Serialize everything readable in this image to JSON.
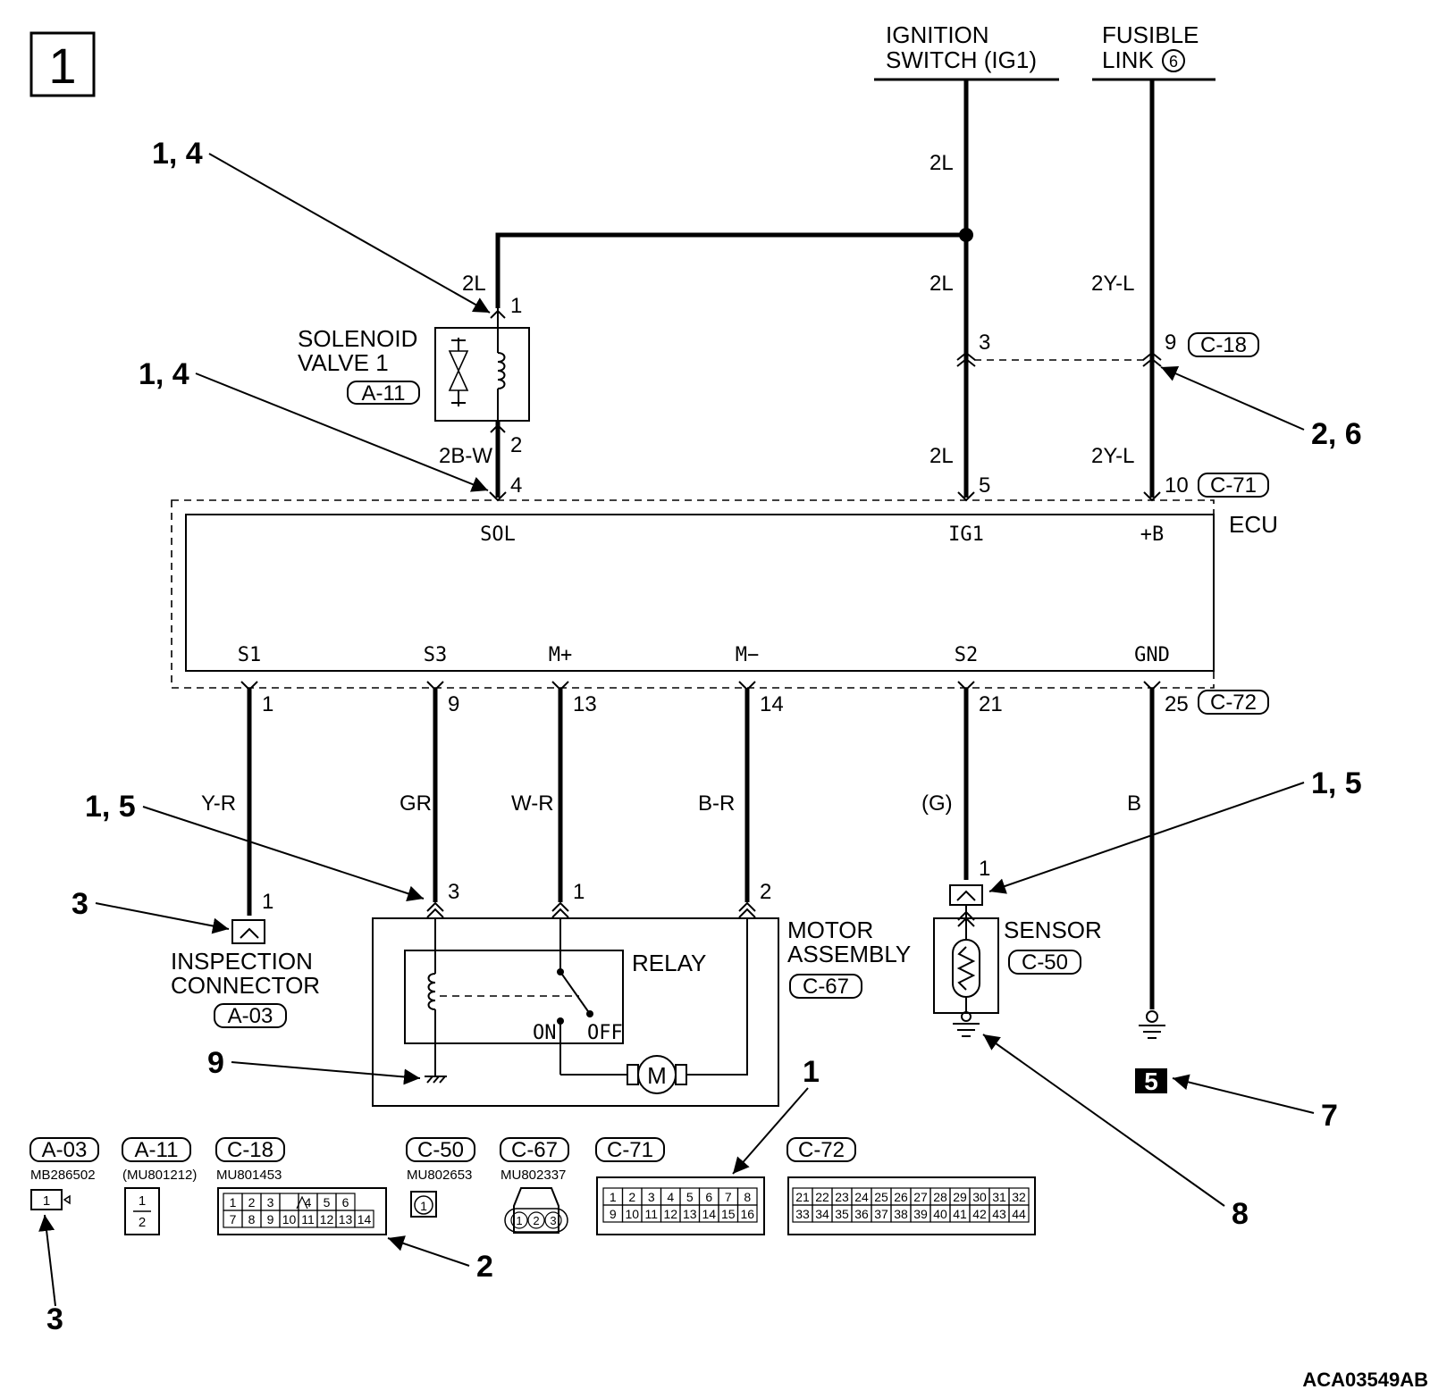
{
  "diagram_number": "1",
  "figure_code": "ACA03549AB",
  "sources": {
    "ignition_line1": "IGNITION",
    "ignition_line2": "SWITCH (IG1)",
    "fusible_line1": "FUSIBLE",
    "fusible_line2": "LINK",
    "fusible_number": "6"
  },
  "wire_codes": {
    "ig_top": "2L",
    "sol_in": "2L",
    "ig_mid": "2L",
    "ig_low": "2L",
    "fl_mid": "2Y-L",
    "fl_low": "2Y-L",
    "sol_out": "2B-W",
    "s1": "Y-R",
    "s3": "GR",
    "mplus": "W-R",
    "mminus": "B-R",
    "s2": "(G)",
    "gnd": "B"
  },
  "pins": {
    "sol1": "1",
    "sol2": "2",
    "ecu_sol": "4",
    "c18_ig": "3",
    "c18_fl": "9",
    "ecu_ig": "5",
    "ecu_b": "10",
    "ecu_s1": "1",
    "ecu_s3": "9",
    "ecu_mp": "13",
    "ecu_mm": "14",
    "ecu_s2": "21",
    "ecu_gnd": "25",
    "insp": "1",
    "motor_s3": "3",
    "motor_mp": "1",
    "motor_mm": "2",
    "sensor": "1"
  },
  "connectors": {
    "a11": "A-11",
    "c18": "C-18",
    "c71": "C-71",
    "c72": "C-72",
    "a03": "A-03",
    "c67": "C-67",
    "c50": "C-50"
  },
  "components": {
    "solenoid_line1": "SOLENOID",
    "solenoid_line2": "VALVE 1",
    "ecu": "ECU",
    "inspection_line1": "INSPECTION",
    "inspection_line2": "CONNECTOR",
    "motor_line1": "MOTOR",
    "motor_line2": "ASSEMBLY",
    "relay": "RELAY",
    "relay_on": "ON",
    "relay_off": "OFF",
    "motor_symbol": "M",
    "sensor": "SENSOR",
    "ground_block": "5"
  },
  "ecu_terminals": {
    "sol": "SOL",
    "ig1": "IG1",
    "b": "+B",
    "s1": "S1",
    "s3": "S3",
    "mplus": "M+",
    "mminus": "M−",
    "s2": "S2",
    "gnd": "GND"
  },
  "callouts": {
    "sol_in": "1, 4",
    "sol_out": "1, 4",
    "c18": "2, 6",
    "motor": "1, 5",
    "sensor": "1, 5",
    "insp": "3",
    "relay_gnd": "9",
    "ground": "7",
    "sensor_gnd": "8",
    "c71": "1",
    "c18_face": "2",
    "a03_face": "3"
  },
  "legend": [
    {
      "code": "A-03",
      "part": "MB286502"
    },
    {
      "code": "A-11",
      "part": "(MU801212)"
    },
    {
      "code": "C-18",
      "part": "MU801453"
    },
    {
      "code": "C-50",
      "part": "MU802653"
    },
    {
      "code": "C-67",
      "part": "MU802337"
    },
    {
      "code": "C-71",
      "part": ""
    },
    {
      "code": "C-72",
      "part": ""
    }
  ],
  "connector_faces": {
    "a03": [
      "1"
    ],
    "a11": [
      "1",
      "2"
    ],
    "c18": [
      [
        "1",
        "2",
        "3",
        "",
        "4",
        "5",
        "6"
      ],
      [
        "7",
        "8",
        "9",
        "10",
        "11",
        "12",
        "13",
        "14"
      ]
    ],
    "c50": [
      "1"
    ],
    "c67": [
      "1",
      "2",
      "3"
    ],
    "c71": [
      [
        "1",
        "2",
        "3",
        "4",
        "5",
        "6",
        "7",
        "8"
      ],
      [
        "9",
        "10",
        "11",
        "12",
        "13",
        "14",
        "15",
        "16"
      ]
    ],
    "c72": [
      [
        "21",
        "22",
        "23",
        "24",
        "25",
        "26",
        "27",
        "28",
        "29",
        "30",
        "31",
        "32"
      ],
      [
        "33",
        "34",
        "35",
        "36",
        "37",
        "38",
        "39",
        "40",
        "41",
        "42",
        "43",
        "44"
      ]
    ]
  }
}
